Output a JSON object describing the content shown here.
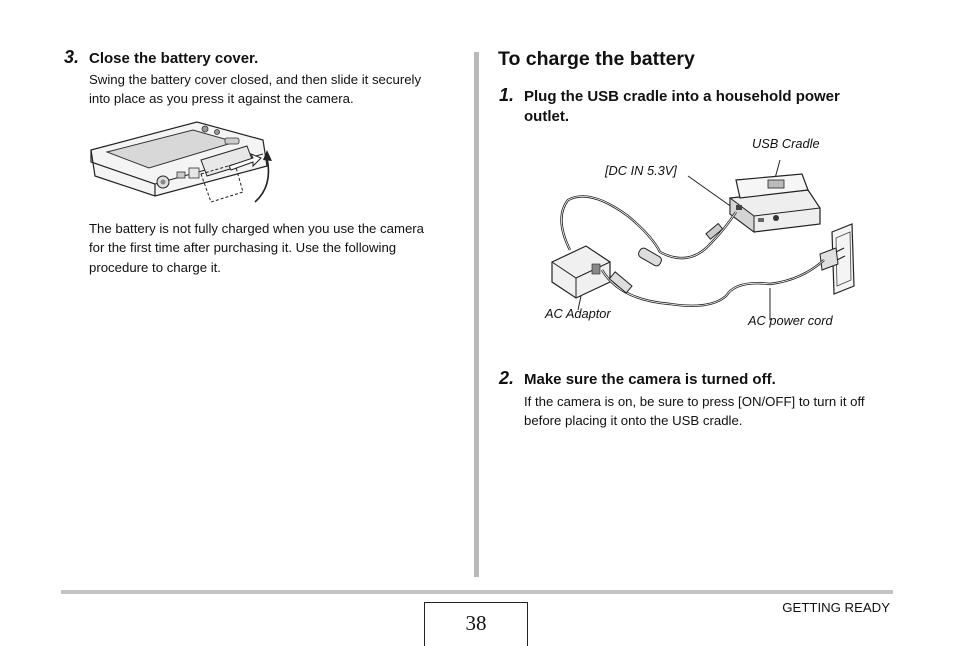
{
  "left": {
    "step3": {
      "number": "3.",
      "title": "Close the battery cover.",
      "line1": "Swing the battery cover closed, and then slide it securely",
      "line2": "into place as you press it against the camera."
    },
    "note": {
      "line1": "The battery is not fully charged when you use the camera",
      "line2": "for the first time after purchasing it. Use the following",
      "line3": "procedure to charge it."
    }
  },
  "right": {
    "heading": "To charge the battery",
    "step1": {
      "number": "1.",
      "title_line1": "Plug the USB cradle into a household power",
      "title_line2": "outlet."
    },
    "labels": {
      "usb_cradle": "USB Cradle",
      "dc_in": "[DC IN 5.3V]",
      "ac_adaptor": "AC Adaptor",
      "ac_power_cord": "AC power cord"
    },
    "step2": {
      "number": "2.",
      "title": "Make sure the camera is turned off.",
      "line1": "If the camera is on, be sure to press [ON/OFF] to turn it off",
      "line2": "before placing it onto the USB cradle."
    }
  },
  "footer": {
    "page_number": "38",
    "section": "GETTING READY"
  }
}
